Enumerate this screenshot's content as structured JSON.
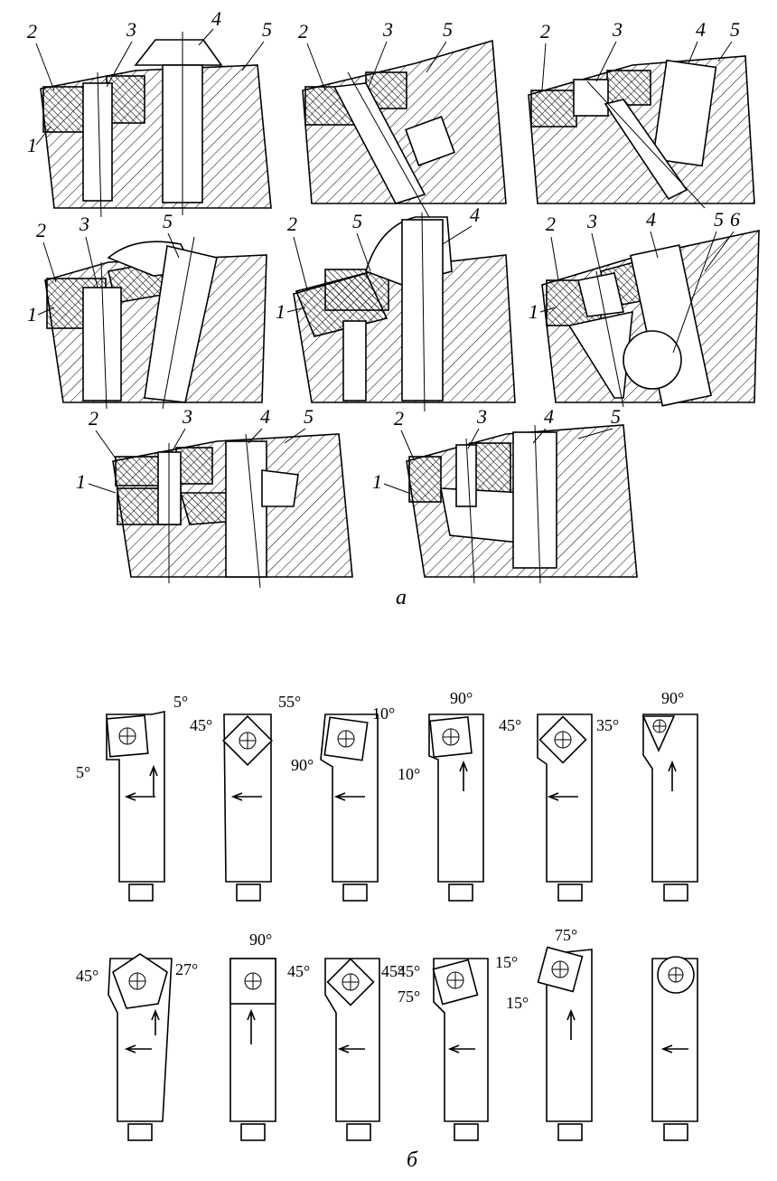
{
  "figure": {
    "caption_a": "а",
    "caption_b": "б",
    "panel_a": {
      "clamp_designs": [
        {
          "part_labels": [
            "2",
            "3",
            "4",
            "5",
            "1"
          ]
        },
        {
          "part_labels": [
            "2",
            "3",
            "5"
          ]
        },
        {
          "part_labels": [
            "2",
            "3",
            "4",
            "5"
          ]
        },
        {
          "part_labels": [
            "2",
            "3",
            "5",
            "1"
          ]
        },
        {
          "part_labels": [
            "2",
            "5",
            "4",
            "1"
          ]
        },
        {
          "part_labels": [
            "2",
            "3",
            "4",
            "5",
            "6",
            "1"
          ]
        },
        {
          "part_labels": [
            "2",
            "3",
            "4",
            "5",
            "1"
          ]
        },
        {
          "part_labels": [
            "2",
            "3",
            "4",
            "5",
            "1"
          ]
        }
      ]
    },
    "panel_b": {
      "tools": [
        {
          "angles": [
            "5°",
            "5°"
          ]
        },
        {
          "angles": [
            "45°",
            "55°"
          ]
        },
        {
          "angles": [
            "10°",
            "90°"
          ]
        },
        {
          "angles": [
            "90°",
            "10°"
          ]
        },
        {
          "angles": [
            "45°",
            "35°"
          ]
        },
        {
          "angles": [
            "90°"
          ]
        },
        {
          "angles": [
            "45°",
            "27°"
          ]
        },
        {
          "angles": [
            "90°"
          ]
        },
        {
          "angles": [
            "45°",
            "45°"
          ]
        },
        {
          "angles": [
            "45°",
            "15°",
            "75°"
          ]
        },
        {
          "angles": [
            "75°",
            "15°"
          ]
        },
        {
          "angles": []
        }
      ]
    }
  }
}
